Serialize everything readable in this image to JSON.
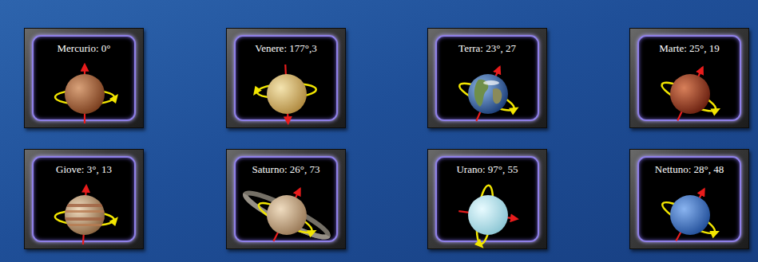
{
  "diagram": {
    "nodes": [
      {
        "text": [
          "Mercurio: 0°"
        ]
      },
      {
        "text": [
          "Venere: 177°,3"
        ]
      },
      {
        "text": [
          "Terra: 23°, 27"
        ]
      },
      {
        "text": [
          "Marte: 25°, 19"
        ]
      },
      {
        "text": [
          "Giove: 3°, 13"
        ]
      },
      {
        "text": [
          "Saturno: 26°, 73"
        ]
      },
      {
        "text": [
          "Urano: 97°, 55"
        ]
      },
      {
        "text": [
          "Nettuno: 28°, 48"
        ]
      }
    ]
  }
}
